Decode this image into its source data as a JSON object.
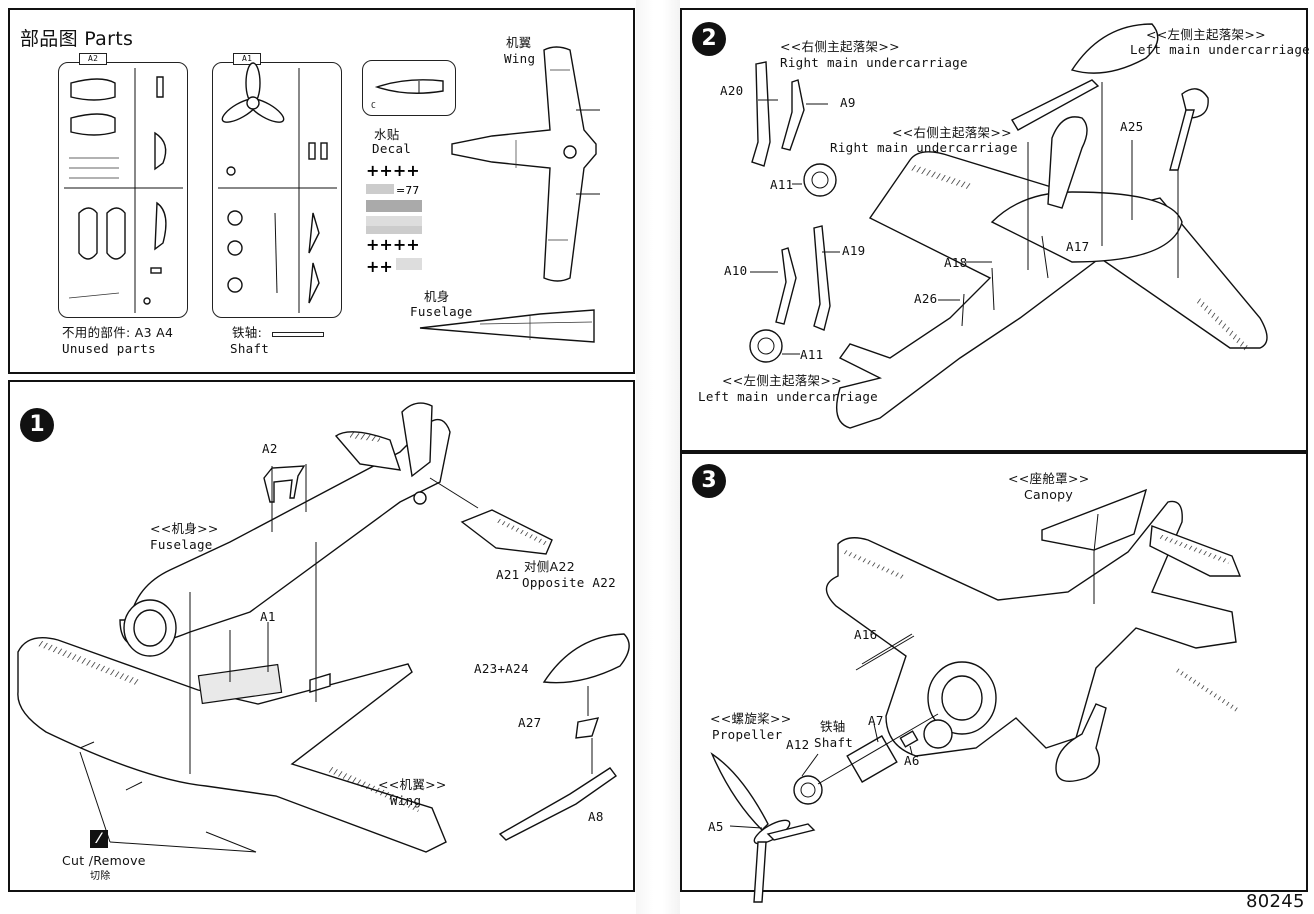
{
  "page_number": "80245",
  "parts": {
    "title": "部品图 Parts",
    "sprue_a_labels": [
      "A2",
      "A1"
    ],
    "sprue_c_label": "C",
    "wing_cn": "机翼",
    "wing_en": "Wing",
    "decal_cn": "水贴",
    "decal_en": "Decal",
    "fuselage_cn": "机身",
    "fuselage_en": "Fuselage",
    "unused_cn": "不用的部件: A3 A4",
    "unused_en": "Unused parts",
    "shaft_cn": "铁轴:",
    "shaft_en": "Shaft"
  },
  "step1": {
    "number": "1",
    "a2": "A2",
    "a1": "A1",
    "fuselage_cn": "<<机身>>",
    "fuselage_en": "Fuselage",
    "a21": "A21",
    "opposite_cn": "对侧A22",
    "opposite_en": "Opposite A22",
    "a23a24": "A23+A24",
    "a27": "A27",
    "a8": "A8",
    "wing_cn": "<<机翼>>",
    "wing_en": "Wing",
    "cut_en": "Cut /Remove",
    "cut_cn": "切除"
  },
  "step2": {
    "number": "2",
    "right_cn": "<<右侧主起落架>>",
    "right_en": "Right main undercarriage",
    "left_top_cn": "<<左侧主起落架>>",
    "left_top_en": "Left main undercarriage",
    "right_mid_cn": "<<右侧主起落架>>",
    "right_mid_en": "Right main undercarriage",
    "left_cn": "<<左侧主起落架>>",
    "left_en": "Left main undercarriage",
    "a20": "A20",
    "a9": "A9",
    "a11_top": "A11",
    "a25": "A25",
    "a17": "A17",
    "a18": "A18",
    "a26": "A26",
    "a10": "A10",
    "a19": "A19",
    "a11_bottom": "A11"
  },
  "step3": {
    "number": "3",
    "canopy_cn": "<<座舱罩>>",
    "canopy_en": "Canopy",
    "a16": "A16",
    "a7": "A7",
    "a6": "A6",
    "a12": "A12",
    "a5": "A5",
    "shaft_cn": "铁轴",
    "shaft_en": "Shaft",
    "propeller_cn": "<<螺旋桨>>",
    "propeller_en": "Propeller"
  }
}
